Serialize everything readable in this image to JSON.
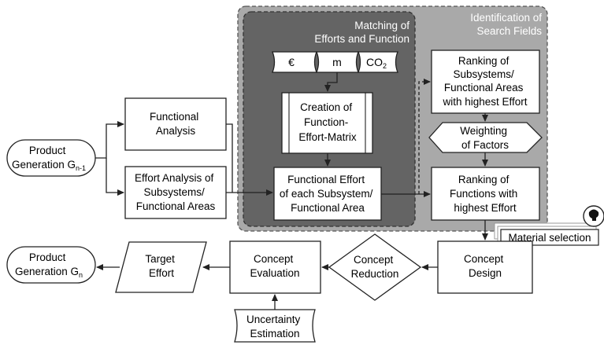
{
  "groups": {
    "search_fields": [
      "Identification of",
      "Search Fields"
    ],
    "matching": [
      "Matching of",
      "Efforts and Function"
    ]
  },
  "unit_tags": {
    "euro": "€",
    "mass": "m",
    "co2_main": "CO",
    "co2_sub": "2"
  },
  "nodes": {
    "product_prev": {
      "line1": "Product",
      "line2_main": "Generation G",
      "line2_sub": "n-1"
    },
    "functional_analysis": [
      "Functional",
      "Analysis"
    ],
    "effort_analysis": [
      "Effort Analysis of",
      "Subsystems/",
      "Functional Areas"
    ],
    "matrix_creation": [
      "Creation of",
      "Function-",
      "Effort-Matrix"
    ],
    "functional_effort": [
      "Functional Effort",
      "of each Subsystem/",
      "Functional Area"
    ],
    "ranking_subsystems": [
      "Ranking of",
      "Subsystems/",
      "Functional Areas",
      "with highest Effort"
    ],
    "weighting": [
      "Weighting",
      "of Factors"
    ],
    "ranking_functions": [
      "Ranking of",
      "Functions with",
      "highest Effort"
    ],
    "material_selection": "Material selection",
    "concept_design": [
      "Concept",
      "Design"
    ],
    "concept_reduction": [
      "Concept",
      "Reduction"
    ],
    "concept_evaluation": [
      "Concept",
      "Evaluation"
    ],
    "target_effort": [
      "Target",
      "Effort"
    ],
    "product_next": {
      "line1": "Product",
      "line2_main": "Generation G",
      "line2_sub": "n"
    },
    "uncertainty": [
      "Uncertainty",
      "Estimation"
    ]
  },
  "colors": {
    "outer_group": "#a9a9a9",
    "inner_group": "#646464",
    "box_fill": "#ffffff",
    "stroke": "#222222",
    "group_text": "#ffffff"
  },
  "icons": {
    "material_badge": "lightbulb-head-icon"
  }
}
